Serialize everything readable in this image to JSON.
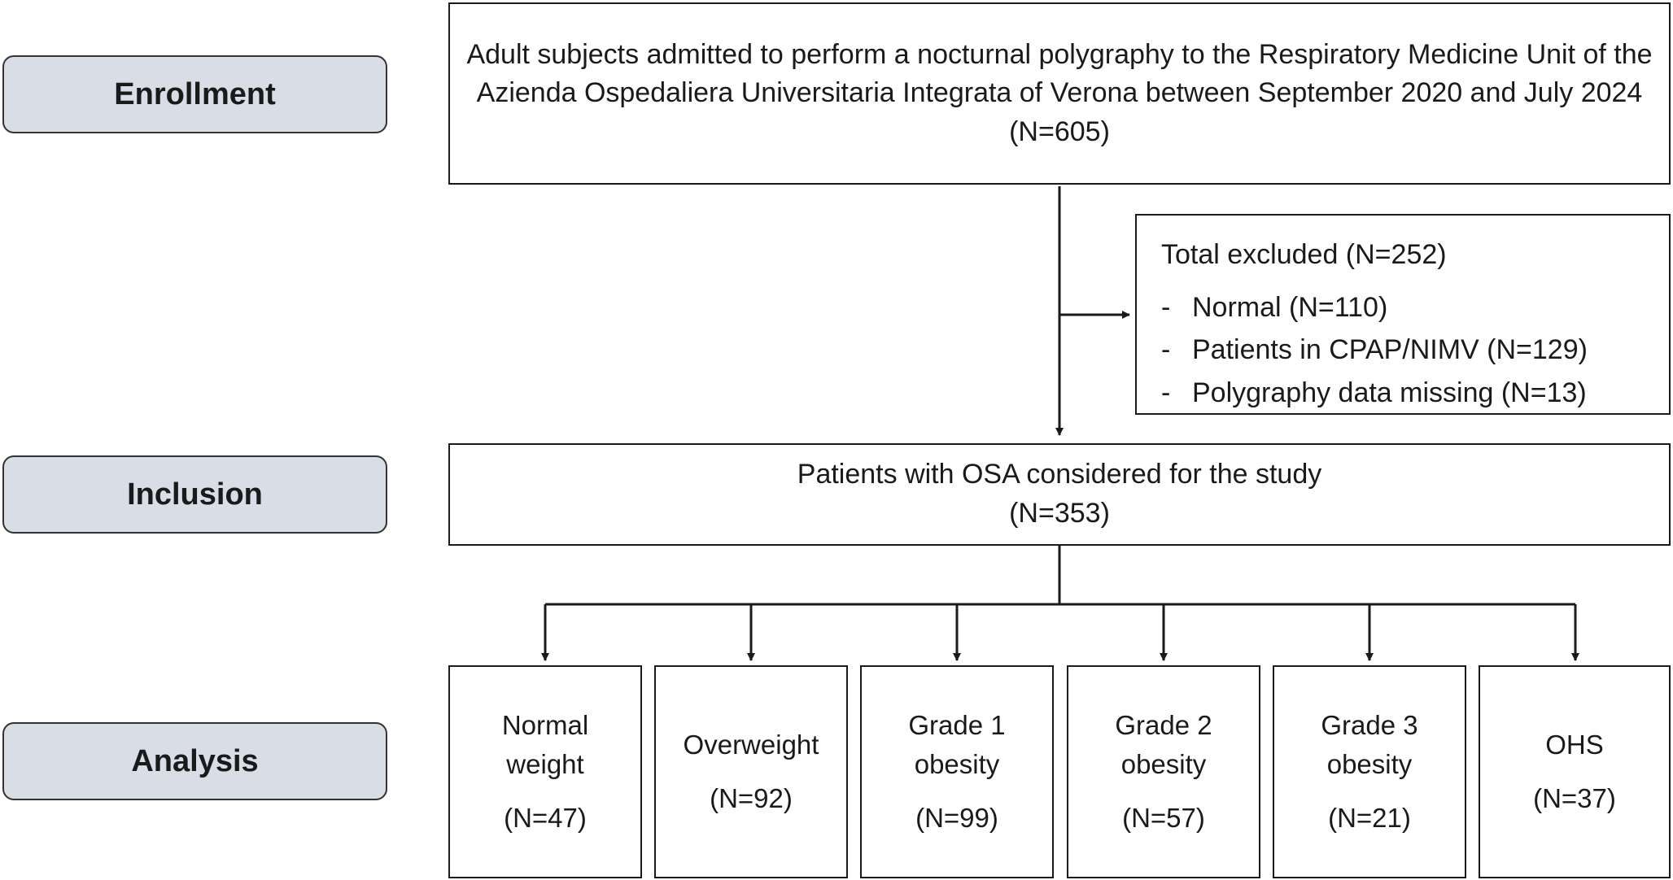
{
  "stages": {
    "enrollment": "Enrollment",
    "inclusion": "Inclusion",
    "analysis": "Analysis"
  },
  "enrolled": {
    "text": "Adult subjects admitted to perform a nocturnal polygraphy to the Respiratory Medicine Unit of the Azienda Ospedaliera Universitaria Integrata of Verona between September 2020 and July 2024",
    "n": "(N=605)"
  },
  "excluded": {
    "title": "Total excluded (N=252)",
    "items": [
      "Normal (N=110)",
      "Patients in CPAP/NIMV (N=129)",
      "Polygraphy data missing (N=13)"
    ],
    "bullet": "-"
  },
  "included": {
    "text": "Patients with OSA considered for the study",
    "n": "(N=353)"
  },
  "groups": [
    {
      "label_line1": "Normal",
      "label_line2": "weight",
      "n": "(N=47)"
    },
    {
      "label_line1": "Overweight",
      "label_line2": "",
      "n": "(N=92)"
    },
    {
      "label_line1": "Grade 1",
      "label_line2": "obesity",
      "n": "(N=99)"
    },
    {
      "label_line1": "Grade 2",
      "label_line2": "obesity",
      "n": "(N=57)"
    },
    {
      "label_line1": "Grade 3",
      "label_line2": "obesity",
      "n": "(N=21)"
    },
    {
      "label_line1": "OHS",
      "label_line2": "",
      "n": "(N=37)"
    }
  ],
  "colors": {
    "stage_fill": "#d9dde6",
    "line": "#1a1a1a"
  }
}
